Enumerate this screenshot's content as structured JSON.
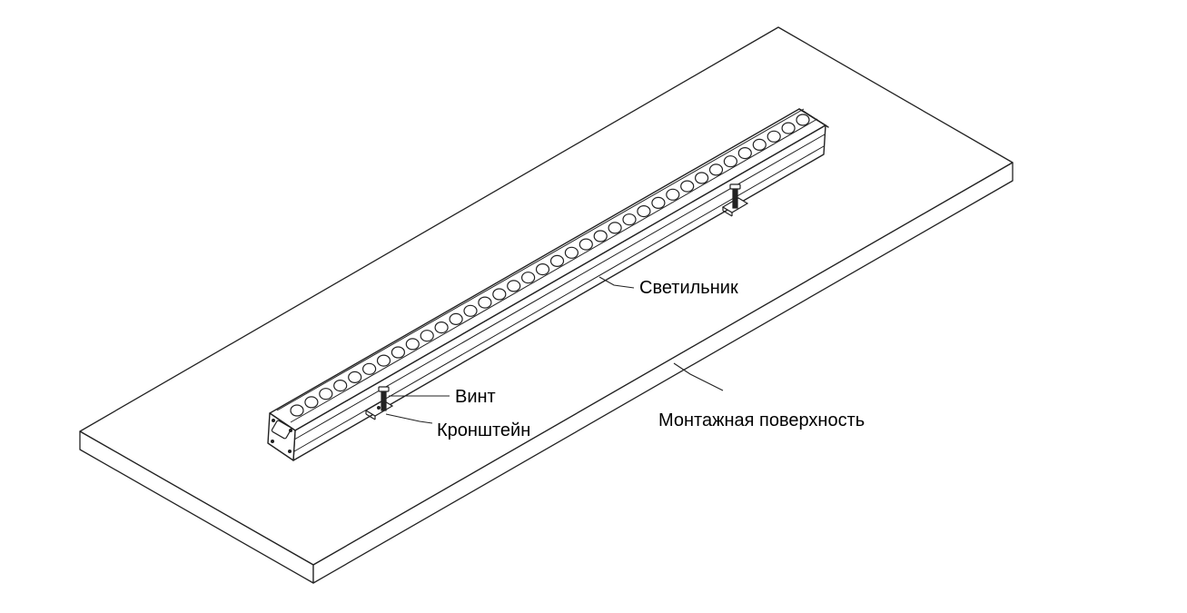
{
  "diagram": {
    "labels": {
      "fixture": "Светильник",
      "screw": "Винт",
      "bracket": "Кронштейн",
      "surface": "Монтажная поверхность"
    },
    "colors": {
      "line": "#222222",
      "background": "#ffffff"
    },
    "led_count": 36
  }
}
